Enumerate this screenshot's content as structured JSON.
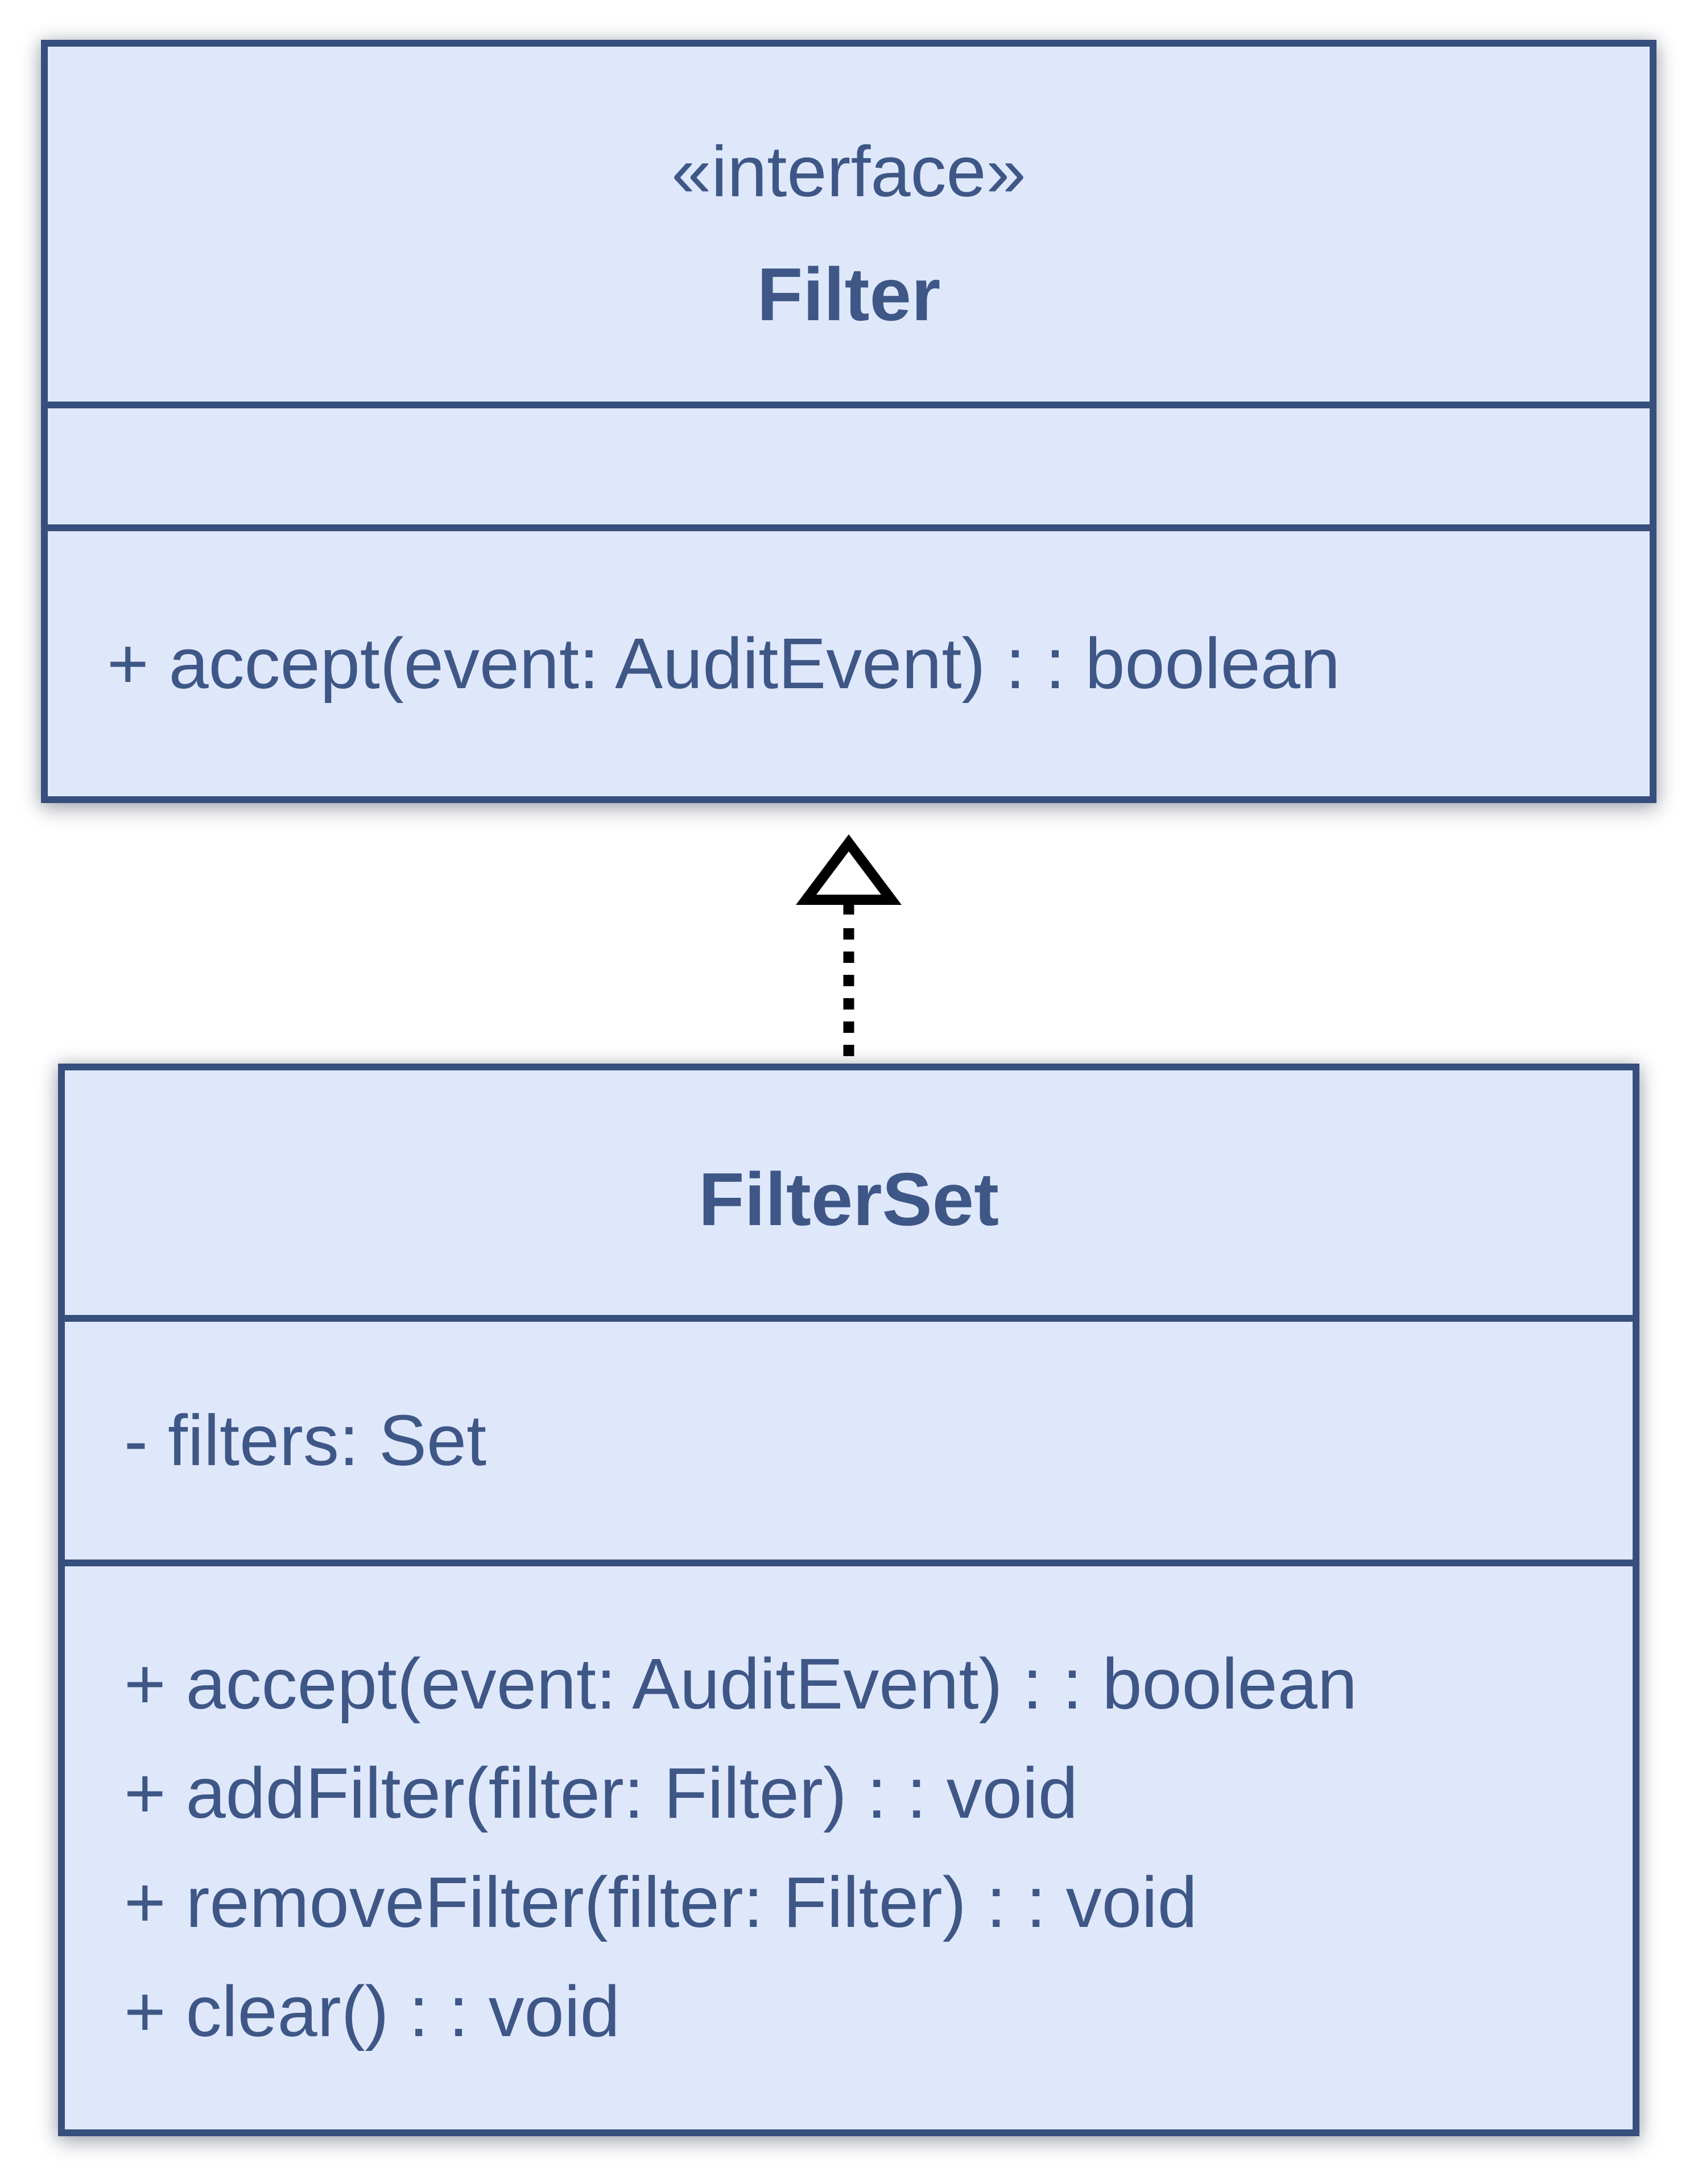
{
  "diagram": {
    "background_color": "#ffffff",
    "node_fill_color": "#dfe8fb",
    "node_border_color": "#364f7c",
    "text_color": "#3e5786",
    "arrow_color": "#000000"
  },
  "classes": [
    {
      "id": "filter",
      "stereotype": "«interface»",
      "name": "Filter",
      "attributes": [],
      "methods": [
        "+ accept(event: AuditEvent) : : boolean"
      ]
    },
    {
      "id": "filterset",
      "name": "FilterSet",
      "attributes": [
        "- filters: Set"
      ],
      "methods": [
        "+ accept(event: AuditEvent) : : boolean",
        "+ addFilter(filter: Filter) : : void",
        "+ removeFilter(filter: Filter) : : void",
        "+ clear() : : void"
      ]
    }
  ],
  "relationship": {
    "type": "realization",
    "from": "FilterSet",
    "to": "Filter",
    "line_style": "dashed",
    "head": "hollow-triangle"
  }
}
